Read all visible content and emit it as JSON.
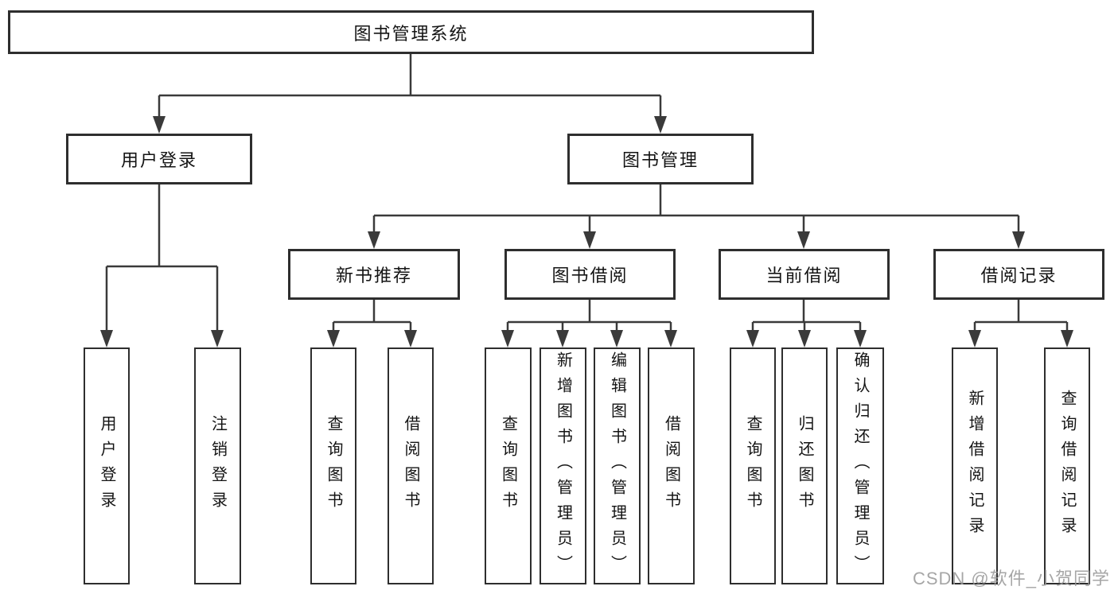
{
  "diagram": {
    "type": "hierarchy-tree",
    "root": {
      "label": "图书管理系统"
    },
    "branches": [
      {
        "label": "用户登录",
        "children": [
          {
            "label": "用户登录"
          },
          {
            "label": "注销登录"
          }
        ]
      },
      {
        "label": "图书管理",
        "children": [
          {
            "label": "新书推荐",
            "children": [
              {
                "label": "查询图书"
              },
              {
                "label": "借阅图书"
              }
            ]
          },
          {
            "label": "图书借阅",
            "children": [
              {
                "label": "查询图书"
              },
              {
                "label": "新增图书（管理员）"
              },
              {
                "label": "编辑图书（管理员）"
              },
              {
                "label": "借阅图书"
              }
            ]
          },
          {
            "label": "当前借阅",
            "children": [
              {
                "label": "查询图书"
              },
              {
                "label": "归还图书"
              },
              {
                "label": "确认归还（管理员）"
              }
            ]
          },
          {
            "label": "借阅记录",
            "children": [
              {
                "label": "新增借阅记录"
              },
              {
                "label": "查询借阅记录"
              }
            ]
          }
        ]
      }
    ]
  },
  "watermark": {
    "text": "CSDN @软件_小贺同学"
  },
  "colors": {
    "background": "#ffffff",
    "box_fill": "#ffffff",
    "box_border": "#2e2e2e",
    "line": "#3a3a3a",
    "text": "#141414",
    "watermark": "#969696"
  }
}
